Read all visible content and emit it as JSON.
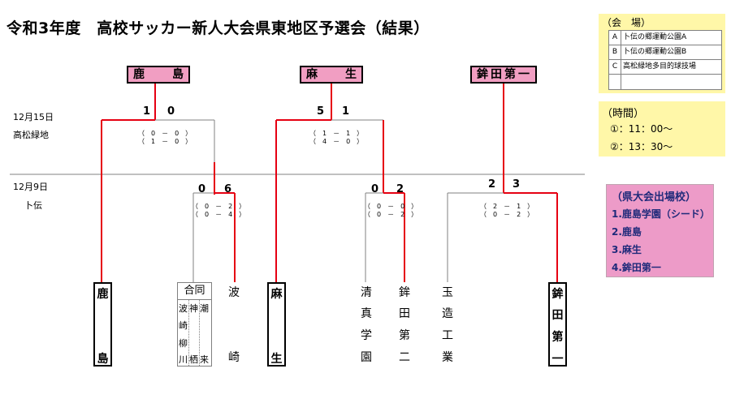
{
  "title": "令和3年度　高校サッカー新人大会県東地区予選会（結果）",
  "dates": {
    "round2_date": "12月15日",
    "round2_venue": "高松緑地",
    "round1_date": "12月9日",
    "round1_venue": "卜伝"
  },
  "top_teams": {
    "left": [
      "鹿",
      "島"
    ],
    "middle": [
      "麻",
      "生"
    ],
    "right": [
      "鉾田第一"
    ]
  },
  "round2": {
    "left_score": [
      "1",
      "0"
    ],
    "left_halves": [
      "（　0　－　0　）",
      "（　1　－　0　）"
    ],
    "right_score": [
      "5",
      "1"
    ],
    "right_halves": [
      "（　1　－　1　）",
      "（　4　－　0　）"
    ]
  },
  "round1": {
    "m1_score": [
      "0",
      "6"
    ],
    "m1_halves": [
      "（　0　－　2　）",
      "（　0　－　4　）"
    ],
    "m2_score": [
      "0",
      "2"
    ],
    "m2_halves": [
      "（　0　－　0　）",
      "（　0　－　2　）"
    ],
    "m3_score": [
      "2",
      "3"
    ],
    "m3_halves": [
      "（　2　－　1　）",
      "（　0　－　2　）"
    ]
  },
  "bottom_teams": {
    "kashima": [
      "鹿",
      "島"
    ],
    "joint_header": "合同",
    "joint_col1": [
      "波",
      "崎",
      "柳",
      "川"
    ],
    "joint_col2": [
      "神",
      "栖"
    ],
    "joint_col3": [
      "潮",
      "来"
    ],
    "hasaki": [
      "波",
      "崎"
    ],
    "aso": [
      "麻",
      "生"
    ],
    "seishin": [
      "清",
      "真",
      "学",
      "園"
    ],
    "hokotani": [
      "鉾",
      "田",
      "第",
      "二"
    ],
    "tamazo": [
      "玉",
      "造",
      "工",
      "業"
    ],
    "hokoichi": [
      "鉾",
      "田",
      "第",
      "一"
    ]
  },
  "venues": {
    "header": "（会　場）",
    "rows": [
      {
        "key": "A",
        "name": "卜伝の郷運動公園A"
      },
      {
        "key": "B",
        "name": "卜伝の郷運動公園B"
      },
      {
        "key": "C",
        "name": "高松緑地多目的球技場"
      }
    ]
  },
  "times": {
    "header": "（時間）",
    "items": [
      "①：11：00～",
      "②：13：30～"
    ]
  },
  "qualifiers": {
    "header": "（県大会出場校）",
    "items": [
      "1.鹿島学園（シード）",
      "2.鹿島",
      "3.麻生",
      "4.鉾田第一"
    ]
  },
  "colors": {
    "winner_line": "#e60012",
    "loser_line": "#808080",
    "team_box": "#f19ec2",
    "legend_bg": "#fff7a8",
    "qualifier_bg": "#ed9bc8"
  }
}
